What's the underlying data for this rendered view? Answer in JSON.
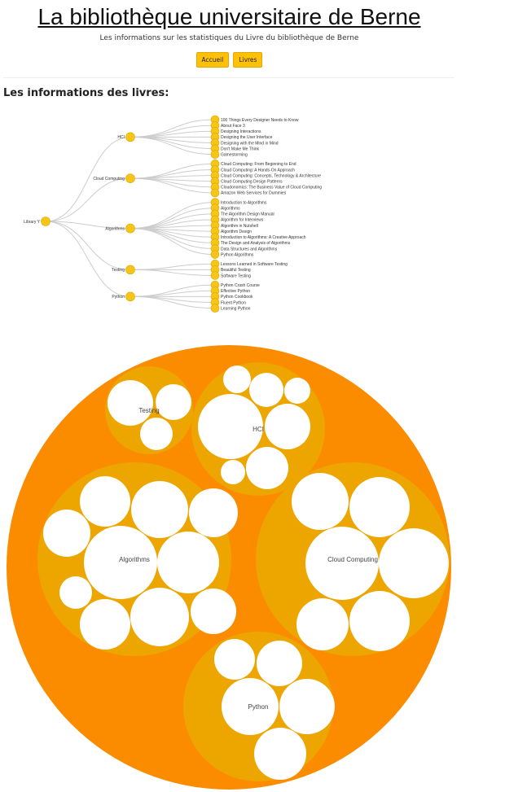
{
  "header": {
    "title": "La bibliothèque universitaire de Berne",
    "subtitle": "Les informations sur les statistiques du Livre du bibliothèque de Berne"
  },
  "nav": {
    "home": "Accueil",
    "books": "Livres"
  },
  "section": {
    "title": "Les informations des livres:"
  },
  "colors": {
    "accent": "#ffc107",
    "pack_outer": "#fb8c00",
    "pack_group": "#eda500",
    "node_fill": "#f5c518"
  },
  "tree": {
    "root": "Library Y",
    "categories": [
      {
        "name": "HCI",
        "books": [
          "100 Things Every Designer Needs to Know",
          "About Face 3",
          "Designing Interactions",
          "Designing the User Interface",
          "Designing with the Mind in Mind",
          "Don't Make Me Think",
          "Gamestorming"
        ]
      },
      {
        "name": "Cloud Computing",
        "books": [
          "Cloud Computing: From Beginning to End",
          "Cloud Computing: A Hands-On Approach",
          "Cloud Computing: Concepts, Technology & Architecture",
          "Cloud Computing Design Patterns",
          "Cloudonomics: The Business Value of Cloud Computing",
          "Amazon Web Services for Dummies"
        ]
      },
      {
        "name": "Algorithms",
        "books": [
          "Introduction to Algorithms",
          "Algorithms",
          "The Algorithm Design Manual",
          "Algorithm for Interviews",
          "Algorithm in Nutshell",
          "Algorithm Design",
          "Introduction to Algorithms: A Creative Approach",
          "The Design and Analysis of Algorithms",
          "Data Structures and Algorithms",
          "Python Algorithms"
        ]
      },
      {
        "name": "Testing",
        "books": [
          "Lessons Learned in Software Testing",
          "Beautiful Testing",
          "Software Testing"
        ]
      },
      {
        "name": "Python",
        "books": [
          "Python Crash Course",
          "Effective Python",
          "Python Cookbook",
          "Fluent Python",
          "Learning Python"
        ]
      }
    ]
  },
  "pack": {
    "groups": [
      {
        "name": "Testing",
        "count": 3
      },
      {
        "name": "HCI",
        "count": 7
      },
      {
        "name": "Algorithms",
        "count": 10
      },
      {
        "name": "Cloud Computing",
        "count": 6
      },
      {
        "name": "Python",
        "count": 5
      }
    ]
  }
}
